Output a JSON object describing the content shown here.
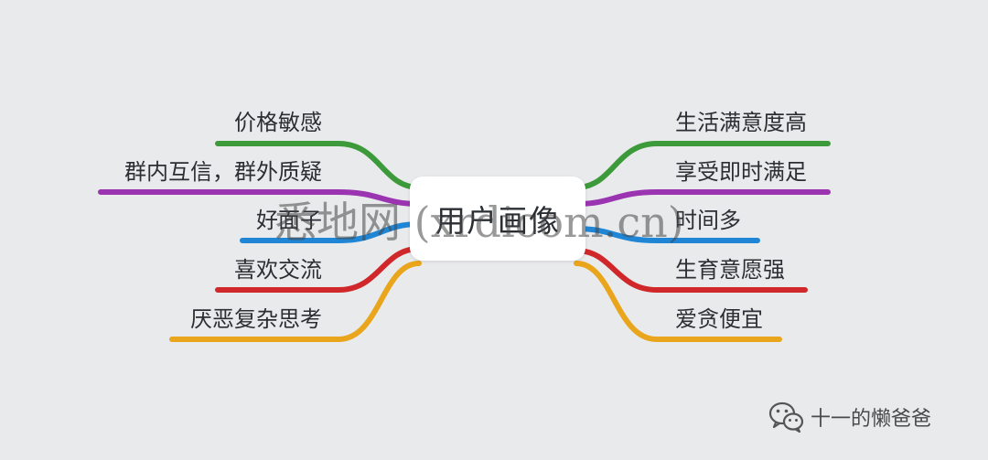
{
  "center": {
    "label": "用户画像"
  },
  "watermark": {
    "text": "悉地网 (xrdicom.cn)"
  },
  "branches": {
    "left": [
      {
        "label": "价格敏感",
        "color": "#3c9a3a"
      },
      {
        "label": "群内互信，群外质疑",
        "color": "#9a34b0"
      },
      {
        "label": "好面子",
        "color": "#1f86d6"
      },
      {
        "label": "喜欢交流",
        "color": "#d0272a"
      },
      {
        "label": "厌恶复杂思考",
        "color": "#e9a51b"
      }
    ],
    "right": [
      {
        "label": "生活满意度高",
        "color": "#3c9a3a"
      },
      {
        "label": "享受即时满足",
        "color": "#9a34b0"
      },
      {
        "label": "时间多",
        "color": "#1f86d6"
      },
      {
        "label": "生育意愿强",
        "color": "#d0272a"
      },
      {
        "label": "爱贪便宜",
        "color": "#e9a51b"
      }
    ]
  },
  "footer": {
    "icon": "wechat-icon",
    "text": "十一的懒爸爸"
  }
}
